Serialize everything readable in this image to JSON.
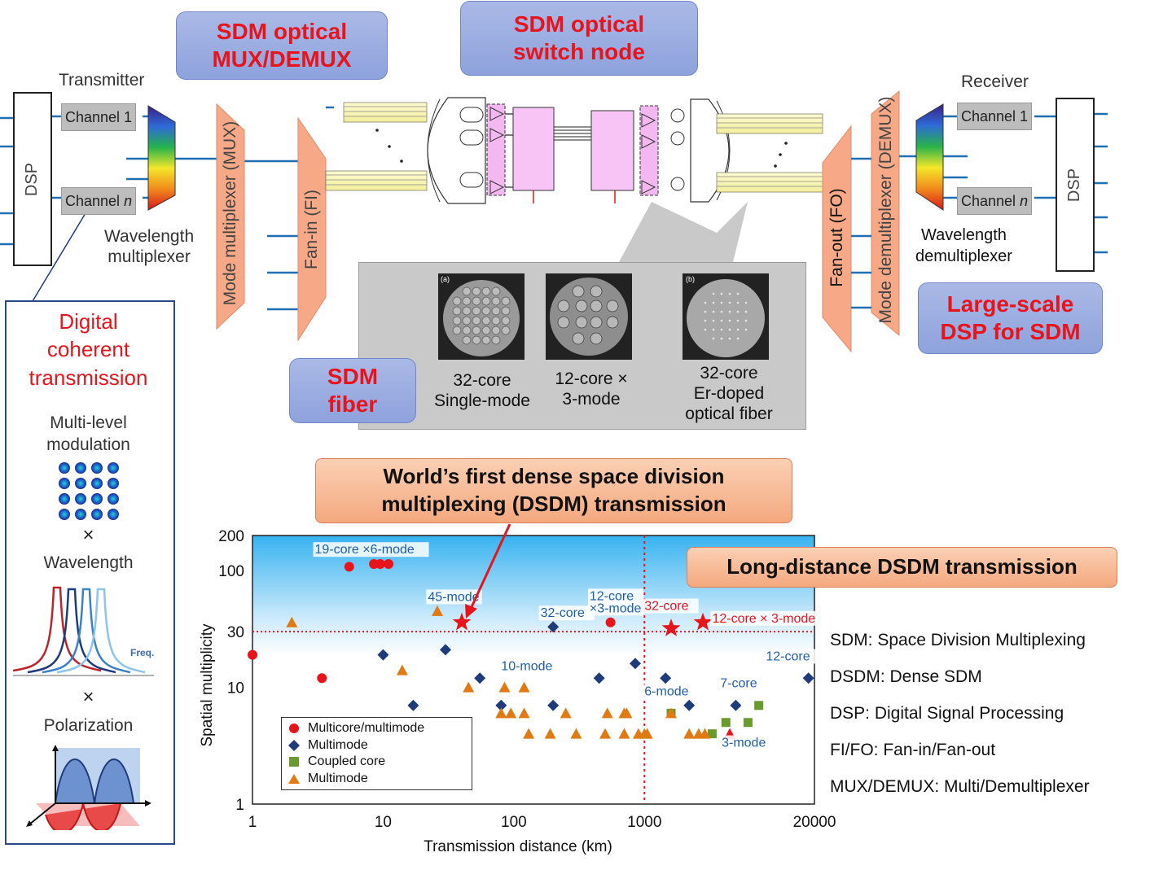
{
  "header_boxes": {
    "mux_demux": "SDM optical\nMUX/DEMUX",
    "switch_node": "SDM optical\nswitch node",
    "sdm_fiber": "SDM\nfiber",
    "large_dsp": "Large-scale\nDSP for SDM"
  },
  "transmitter": {
    "title": "Transmitter",
    "dsp": "DSP",
    "channel_1": "Channel 1",
    "channel_n_prefix": "Channel ",
    "channel_n_italic": "n",
    "wavelength_mux": "Wavelength\nmultiplexer",
    "mode_mux": "Mode multiplexer (MUX)",
    "fan_in": "Fan-in (FI)"
  },
  "receiver": {
    "title": "Receiver",
    "dsp": "DSP",
    "channel_1": "Channel 1",
    "channel_n_prefix": "Channel ",
    "channel_n_italic": "n",
    "wavelength_demux": "Wavelength\ndemultiplexer",
    "mode_demux": "Mode demultiplexer (DEMUX)",
    "fan_out": "Fan-out (FO)"
  },
  "fiber_types": [
    {
      "name": "32-core\nSingle-mode",
      "photo_label": "(a)"
    },
    {
      "name": "12-core ×\n3-mode",
      "photo_label": ""
    },
    {
      "name": "32-core\nEr-doped\noptical fiber",
      "photo_label": "(b)"
    }
  ],
  "left_panel": {
    "title": "Digital\ncoherent\ntransmission",
    "multilevel": "Multi-level\nmodulation",
    "times1": "×",
    "wavelength": "Wavelength",
    "freq": "Freq.",
    "times2": "×",
    "polarization": "Polarization"
  },
  "dsdm_title": "World’s first dense space division\nmultiplexing (DSDM) transmission",
  "long_distance_title": "Long-distance DSDM transmission",
  "glossary": [
    "SDM: Space Division Multiplexing",
    "DSDM: Dense SDM",
    "DSP: Digital Signal Processing",
    "FI/FO: Fan-in/Fan-out",
    "MUX/DEMUX: Multi/Demultiplexer"
  ],
  "chart_data": {
    "type": "scatter",
    "xlabel": "Transmission distance (km)",
    "ylabel": "Spatial multiplicity",
    "xscale": "log",
    "yscale": "log",
    "xlim": [
      1,
      20000
    ],
    "ylim": [
      1,
      200
    ],
    "x_ticks": [
      1,
      10,
      100,
      1000,
      20000
    ],
    "y_ticks": [
      1,
      10,
      30,
      100,
      200
    ],
    "reference_lines": {
      "x": 1000,
      "y": 30
    },
    "legend_position": "bottom-left",
    "series": [
      {
        "name": "Multicore/multimode",
        "marker": "circle",
        "color": "#e8141c",
        "points": [
          [
            1,
            19
          ],
          [
            3.4,
            12
          ],
          [
            5.5,
            108
          ],
          [
            8.5,
            114
          ],
          [
            9.5,
            114
          ],
          [
            11,
            114
          ],
          [
            550,
            36
          ]
        ]
      },
      {
        "name": "Multimode",
        "marker": "diamond",
        "color": "#1f3b7a",
        "points": [
          [
            10,
            19
          ],
          [
            17,
            7
          ],
          [
            30,
            21
          ],
          [
            55,
            12
          ],
          [
            80,
            7
          ],
          [
            200,
            7
          ],
          [
            200,
            33
          ],
          [
            450,
            12
          ],
          [
            850,
            16
          ],
          [
            1450,
            12
          ],
          [
            2200,
            7
          ],
          [
            5000,
            7
          ],
          [
            18000,
            12
          ]
        ]
      },
      {
        "name": "Coupled core",
        "marker": "square",
        "color": "#6a9a2c",
        "points": [
          [
            1600,
            6
          ],
          [
            3300,
            4
          ],
          [
            4200,
            5
          ],
          [
            6200,
            5
          ],
          [
            7500,
            7
          ]
        ]
      },
      {
        "name": "Multimode",
        "marker": "triangle",
        "color": "#e07a14",
        "points": [
          [
            2,
            36
          ],
          [
            14,
            14
          ],
          [
            26,
            45
          ],
          [
            45,
            10
          ],
          [
            80,
            6
          ],
          [
            85,
            10
          ],
          [
            95,
            6
          ],
          [
            120,
            10
          ],
          [
            130,
            4
          ],
          [
            120,
            6
          ],
          [
            190,
            4
          ],
          [
            250,
            6
          ],
          [
            300,
            4
          ],
          [
            500,
            4
          ],
          [
            520,
            6
          ],
          [
            700,
            6
          ],
          [
            700,
            4
          ],
          [
            730,
            6
          ],
          [
            900,
            4
          ],
          [
            1000,
            4
          ],
          [
            1050,
            4
          ],
          [
            1600,
            6
          ],
          [
            2200,
            4
          ],
          [
            2600,
            4
          ],
          [
            2900,
            4
          ]
        ]
      },
      {
        "name": "DSDM",
        "marker": "star",
        "color": "#e8141c",
        "points": [
          [
            40,
            36
          ],
          [
            1600,
            32
          ],
          [
            2800,
            36
          ]
        ]
      }
    ],
    "special_points": [
      {
        "x": 4500,
        "y": 4,
        "marker": "triangle",
        "color": "#e8141c"
      }
    ],
    "annotations": [
      {
        "text": "19-core ×6-mode",
        "color": "#1f5fa8",
        "x": 3,
        "y": 140
      },
      {
        "text": "45-mode",
        "color": "#1f5fa8",
        "x": 22,
        "y": 55
      },
      {
        "text": "32-core",
        "color": "#1f5fa8",
        "x": 160,
        "y": 40
      },
      {
        "text": "12-core",
        "color": "#1f5fa8",
        "x": 380,
        "y": 56
      },
      {
        "text": "×3-mode",
        "color": "#1f5fa8",
        "x": 380,
        "y": 44
      },
      {
        "text": "32-core",
        "color": "#e8141c",
        "x": 1000,
        "y": 46
      },
      {
        "text": "12-core × 3-mode",
        "color": "#e8141c",
        "x": 3300,
        "y": 36
      },
      {
        "text": "10-mode",
        "color": "#1f5fa8",
        "x": 80,
        "y": 14
      },
      {
        "text": "12-core",
        "color": "#1f5fa8",
        "x": 8500,
        "y": 17
      },
      {
        "text": "7-core",
        "color": "#1f5fa8",
        "x": 3800,
        "y": 10
      },
      {
        "text": "6-mode",
        "color": "#1f5fa8",
        "x": 1000,
        "y": 8.5
      },
      {
        "text": "3-mode",
        "color": "#1f5fa8",
        "x": 3900,
        "y": 3.1
      }
    ]
  }
}
